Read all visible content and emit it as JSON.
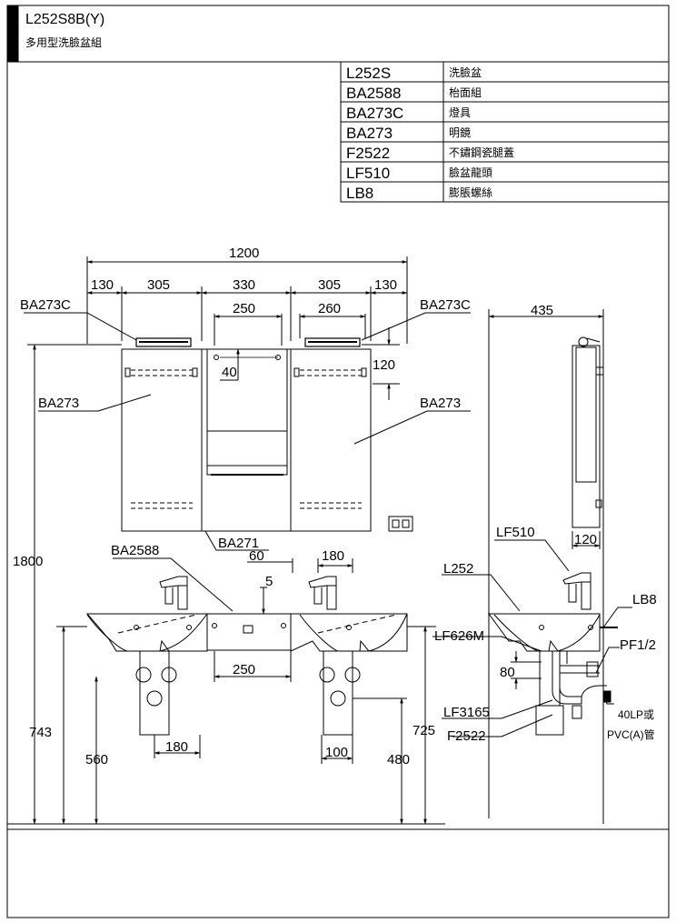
{
  "title_block": {
    "model": "L252S8B(Y)",
    "subtitle": "多用型洗臉盆組"
  },
  "parts_table": [
    {
      "code": "L252S",
      "name": "洗臉盆"
    },
    {
      "code": "BA2588",
      "name": "枱面組"
    },
    {
      "code": "BA273C",
      "name": "燈具"
    },
    {
      "code": "BA273",
      "name": "明鏡"
    },
    {
      "code": "F2522",
      "name": "不鏽鋼瓷腿蓋"
    },
    {
      "code": "LF510",
      "name": "臉盆龍頭"
    },
    {
      "code": "LB8",
      "name": "膨脹螺絲"
    }
  ],
  "front_view": {
    "overall_width": "1200",
    "segments": [
      "130",
      "305",
      "330",
      "305",
      "130"
    ],
    "dim_250_top": "250",
    "dim_260": "260",
    "dim_120": "120",
    "dim_40": "40",
    "height_1800": "1800",
    "height_743": "743",
    "height_560": "560",
    "height_725": "725",
    "height_480": "480",
    "dim_60": "60",
    "dim_180_top": "180",
    "dim_5": "5",
    "dim_250_bottom": "250",
    "dim_180_bottom": "180",
    "dim_100": "100",
    "labels": {
      "light_left": "BA273C",
      "light_right": "BA273C",
      "mirror_left": "BA273",
      "mirror_right": "BA273",
      "cabinet": "BA271",
      "counter": "BA2588"
    }
  },
  "side_view": {
    "depth": "435",
    "dim_120": "120",
    "dim_80": "80",
    "labels": {
      "faucet": "LF510",
      "basin": "L252",
      "bolt": "LB8",
      "trap": "LF626M",
      "supply": "PF1/2",
      "drain": "LF3165",
      "leg_cover": "F2522",
      "pipe_line1": "40LP或",
      "pipe_line2": "PVC(A)管"
    }
  }
}
